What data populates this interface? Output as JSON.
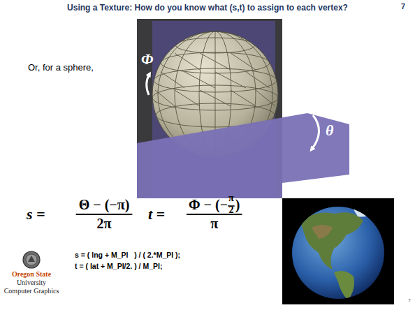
{
  "diagram": {
    "title": "Using a Texture: How do you know what (s,t) to assign to each vertex?",
    "labels": [
      "7",
      "Or, for a sphere,",
      "Φ",
      "θ",
      "s =",
      "Θ − (−π)",
      "2π",
      "t =",
      "Φ − (−",
      "π",
      "2",
      ")",
      "π",
      "s = ( lng + M_PI   ) / ( 2.*M_PI );",
      "t = ( lat + M_PI/2. ) / M_PI;",
      "Oregon State",
      "University",
      "Computer Graphics",
      "7"
    ]
  }
}
